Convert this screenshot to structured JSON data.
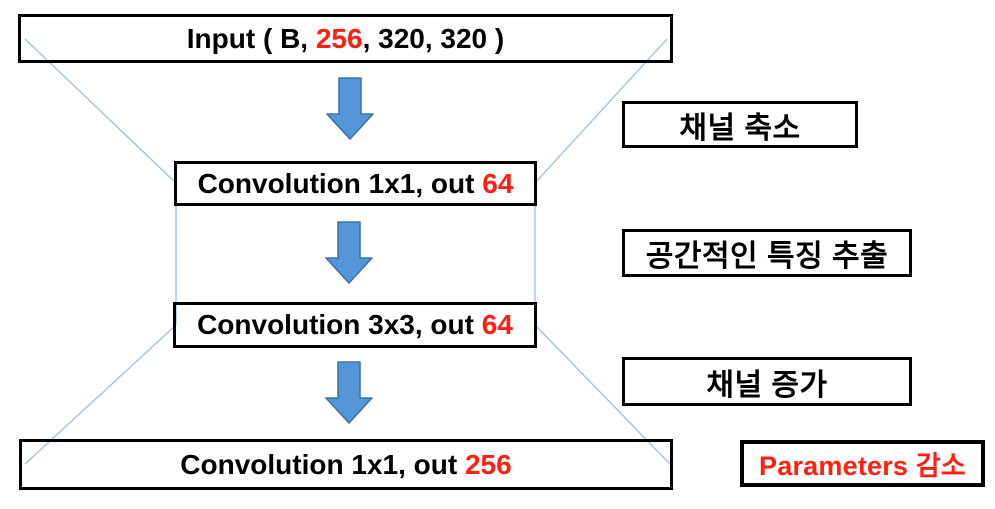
{
  "diagram": {
    "title_semantic": "bottleneck-convolution-block",
    "flow_boxes": [
      {
        "name": "input",
        "prefix": "Input ( B, ",
        "highlight": "256",
        "suffix": ", 320, 320 )"
      },
      {
        "name": "conv1",
        "prefix": "Convolution 1x1, out ",
        "highlight": "64",
        "suffix": ""
      },
      {
        "name": "conv2",
        "prefix": "Convolution 3x3, out ",
        "highlight": "64",
        "suffix": ""
      },
      {
        "name": "conv3",
        "prefix": "Convolution 1x1, out ",
        "highlight": "256",
        "suffix": ""
      }
    ],
    "side_labels": [
      {
        "text": "채널 축소",
        "color": "#000000"
      },
      {
        "text": "공간적인 특징 추출",
        "color": "#000000"
      },
      {
        "text": "채널 증가",
        "color": "#000000"
      },
      {
        "text": "Parameters 감소",
        "color": "#ff2012"
      }
    ],
    "icons": [
      {
        "name": "down-arrow-icon",
        "count": 3
      }
    ],
    "colors": {
      "highlight_red": "#ff2012",
      "arrow_fill": "#5595d8",
      "arrow_stroke": "#3e74a8",
      "connector_blue": "#9dc3e6",
      "box_border": "#000000",
      "background": "#ffffff"
    }
  }
}
